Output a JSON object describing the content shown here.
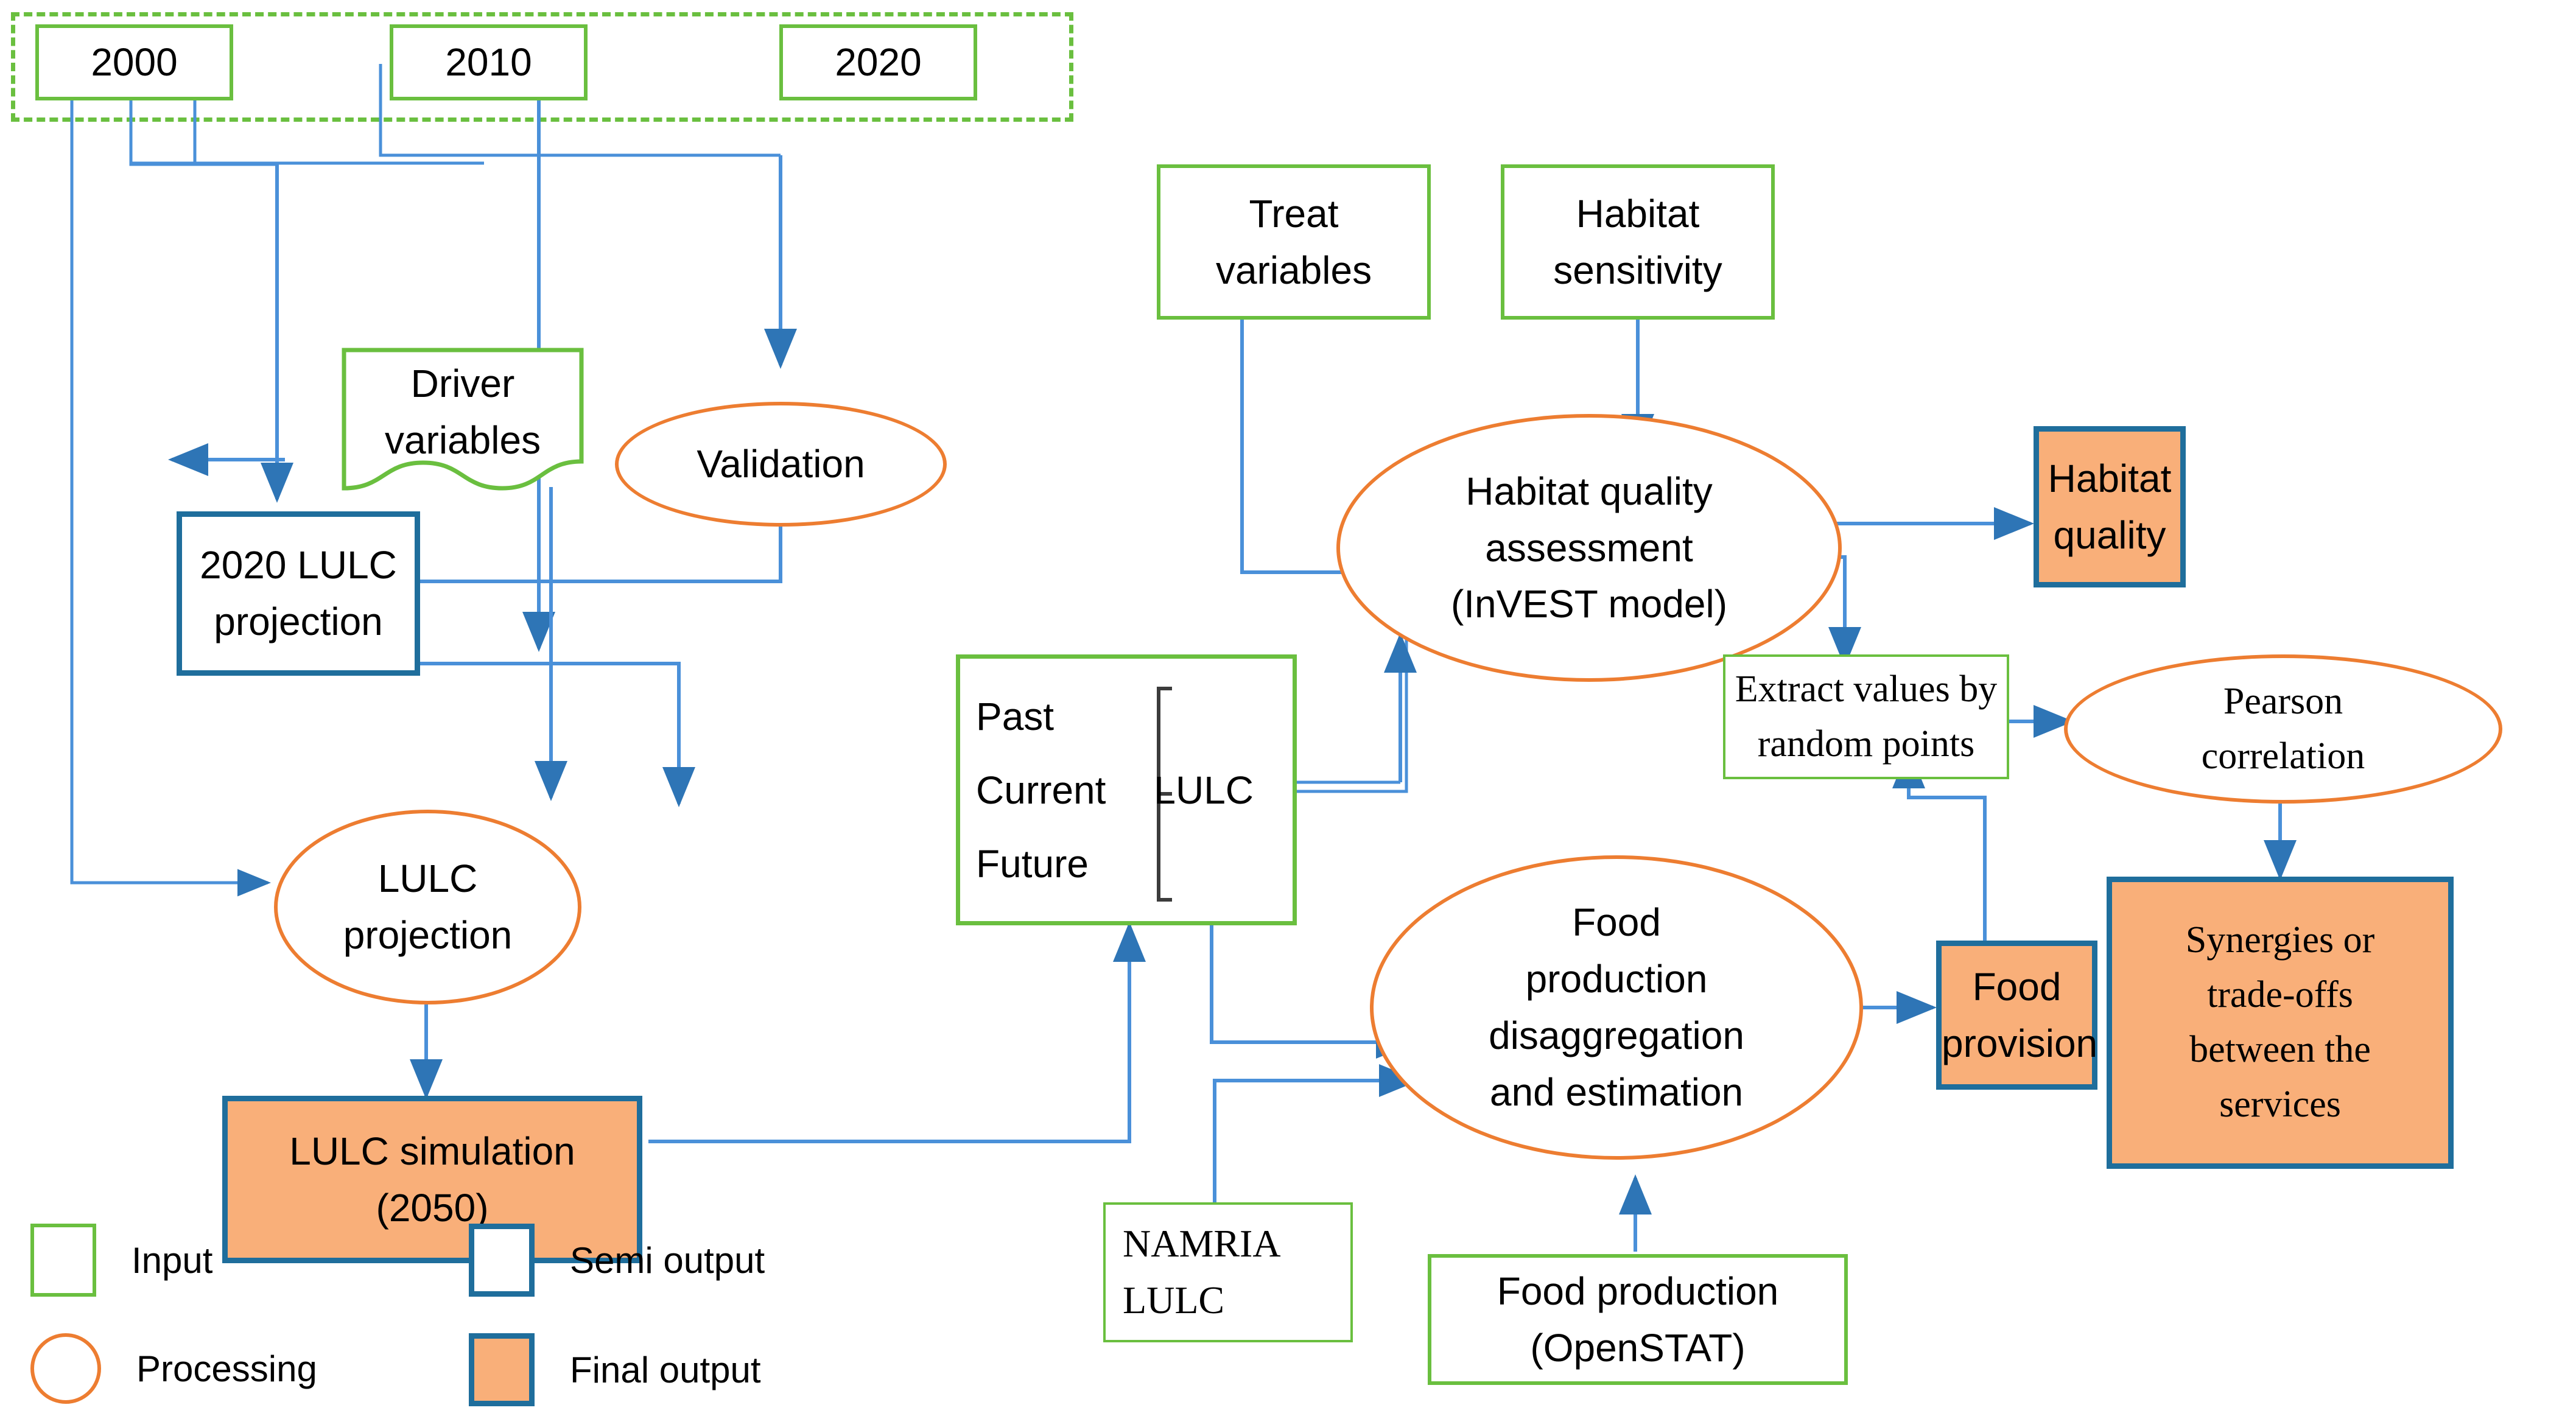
{
  "diagram": {
    "title": "LULC and ecosystem services modelling workflow",
    "colors": {
      "input_border": "#6ABF3F",
      "semi_output_border": "#1F6E9C",
      "final_output_fill": "#F9AF79",
      "processing_border": "#ED7D31",
      "arrow": "#2E75B6",
      "group_dash": "#6ABF3F"
    }
  },
  "nodes": {
    "year_2000": "2000",
    "year_2010": "2010",
    "year_2020": "2020",
    "driver_variables": "Driver\nvariables",
    "validation": "Validation",
    "lulc_projection_2020": "2020 LULC\nprojection",
    "lulc_projection": "LULC\nprojection",
    "lulc_simulation": "LULC simulation\n(2050)",
    "treat_variables": "Treat\nvariables",
    "habitat_sensitivity": "Habitat\nsensitivity",
    "habitat_quality_assessment": "Habitat quality\nassessment\n(InVEST model)",
    "habitat_quality": "Habitat\nquality",
    "extract_values": "Extract values by\nrandom points",
    "pearson_correlation": "Pearson\ncorrelation",
    "synergies": "Synergies or\ntrade-offs\nbetween the\nservices",
    "food_production": "Food\nproduction\ndisaggregation\nand  estimation",
    "food_provision": "Food\nprovision",
    "namria_lulc": "NAMRIA\nLULC",
    "food_production_source": "Food production\n(OpenSTAT)",
    "lulc_group": {
      "rows": [
        "Past",
        "Current",
        "Future"
      ],
      "label": "LULC"
    }
  },
  "legend": {
    "items": [
      {
        "key": "input",
        "label": "Input",
        "shape": "rectangle-green-outline"
      },
      {
        "key": "semi-output",
        "label": "Semi output",
        "shape": "rectangle-blue-outline"
      },
      {
        "key": "processing",
        "label": "Processing",
        "shape": "ellipse-orange-outline"
      },
      {
        "key": "final-output",
        "label": "Final output",
        "shape": "rectangle-orange-filled"
      }
    ]
  }
}
